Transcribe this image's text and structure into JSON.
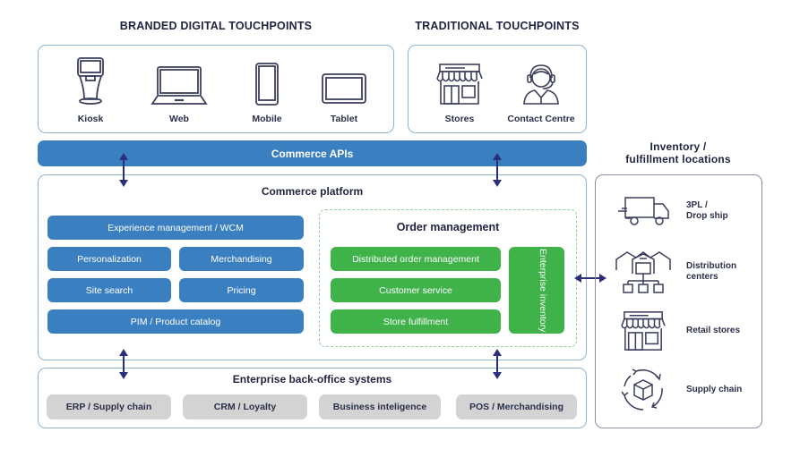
{
  "headings": {
    "branded": "BRANDED DIGITAL TOUCHPOINTS",
    "traditional": "TRADITIONAL TOUCHPOINTS",
    "inventory": "Inventory /\nfulfillment locations"
  },
  "branded_touchpoints": [
    {
      "label": "Kiosk",
      "icon": "kiosk-icon"
    },
    {
      "label": "Web",
      "icon": "laptop-icon"
    },
    {
      "label": "Mobile",
      "icon": "mobile-icon"
    },
    {
      "label": "Tablet",
      "icon": "tablet-icon"
    }
  ],
  "traditional_touchpoints": [
    {
      "label": "Stores",
      "icon": "storefront-icon"
    },
    {
      "label": "Contact Centre",
      "icon": "headset-agent-icon"
    }
  ],
  "commerce_apis": "Commerce APIs",
  "commerce_platform": {
    "title": "Commerce platform",
    "modules": {
      "experience": "Experience management / WCM",
      "personalization": "Personalization",
      "merchandising": "Merchandising",
      "site_search": "Site search",
      "pricing": "Pricing",
      "pim": "PIM / Product catalog"
    },
    "order_management": {
      "title": "Order management",
      "items": [
        "Distributed order management",
        "Customer service",
        "Store fulfillment"
      ],
      "enterprise_inventory": "Enterprise inventory"
    }
  },
  "back_office": {
    "title": "Enterprise back-office systems",
    "items": [
      "ERP / Supply chain",
      "CRM / Loyalty",
      "Business inteligence",
      "POS / Merchandising"
    ]
  },
  "locations": [
    {
      "label": "3PL /\nDrop ship",
      "icon": "truck-icon"
    },
    {
      "label": "Distribution\ncenters",
      "icon": "warehouse-icon"
    },
    {
      "label": "Retail stores",
      "icon": "storefront-icon"
    },
    {
      "label": "Supply chain",
      "icon": "box-cycle-icon"
    }
  ],
  "colors": {
    "blue": "#3a7fbf",
    "green": "#3fb24a",
    "gray": "#d3d3d3",
    "arrow": "#2b2f7a",
    "border": "#8fb3d3"
  }
}
